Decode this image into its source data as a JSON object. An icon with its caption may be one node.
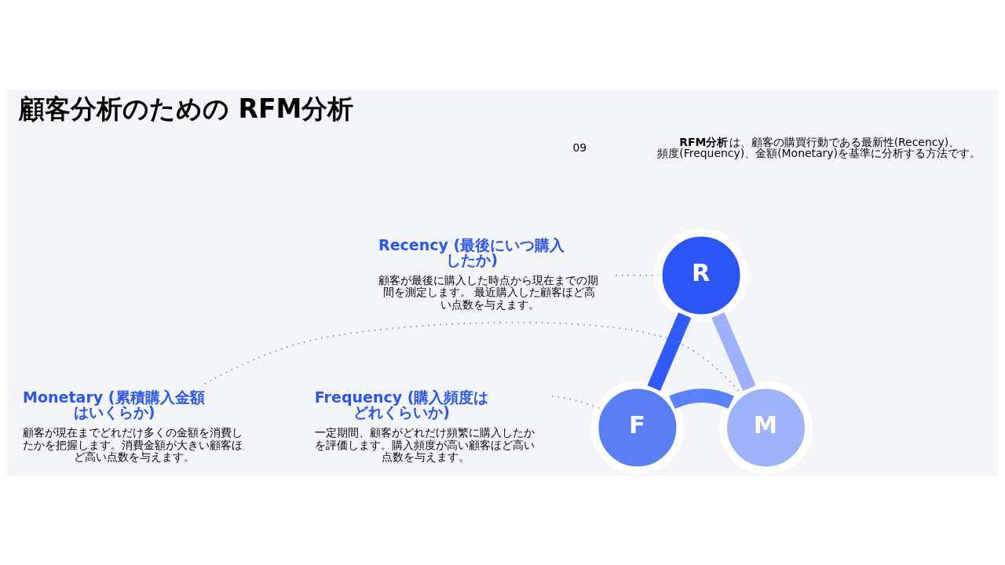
{
  "diagram": {
    "title": "顧客分析のための RFM分析",
    "nodes": [
      {
        "text": [
          "R"
        ]
      },
      {
        "text": [
          "Recency (最後にいつ購入したか)",
          "顧客が最後に購入した時点から現在までの期間を測定します。 最近購入した顧客ほど高い点数を与えます。"
        ]
      },
      {
        "text": [
          "Frequency (購入頻度はどれくらいか)",
          "一定期間、顧客がどれだけ頻繁に購入したかを評価します。購入頻度が高い顧客ほど高い点数を与えます。"
        ]
      },
      {
        "text": [
          "Monetary (累積購入金額はいくらか)",
          "顧客が現在までどれだけ多くの金額を消費したかを把握します。消費金額が大きい顧客ほど高い点数を与えます。"
        ]
      },
      {
        "text": [
          "F"
        ]
      },
      {
        "text": [
          "M"
        ]
      }
    ],
    "edges": [
      {
        "from": 0,
        "to": 4,
        "arrow": "none",
        "style": "thick",
        "color": "#2f5bff"
      },
      {
        "from": 0,
        "to": 5,
        "arrow": "none",
        "style": "thick",
        "color": "#9db0ff"
      },
      {
        "from": 4,
        "to": 5,
        "arrow": "none",
        "style": "thick",
        "color": "#5a82ff"
      },
      {
        "from": 1,
        "to": 0,
        "arrow": "none",
        "style": "dashed",
        "color": "#6b7fe0"
      },
      {
        "from": 2,
        "to": 4,
        "arrow": "none",
        "style": "dashed",
        "color": "#6b7fe0"
      },
      {
        "from": 3,
        "to": 5,
        "arrow": "none",
        "style": "dashed",
        "color": "#6b7fe0"
      }
    ],
    "labels": [
      "09",
      "**RFM分析**は、顧客の購買行動である最新性(Recency)、頻度(Frequency)、金額(Monetary)を基準に分析する方法です。"
    ]
  }
}
